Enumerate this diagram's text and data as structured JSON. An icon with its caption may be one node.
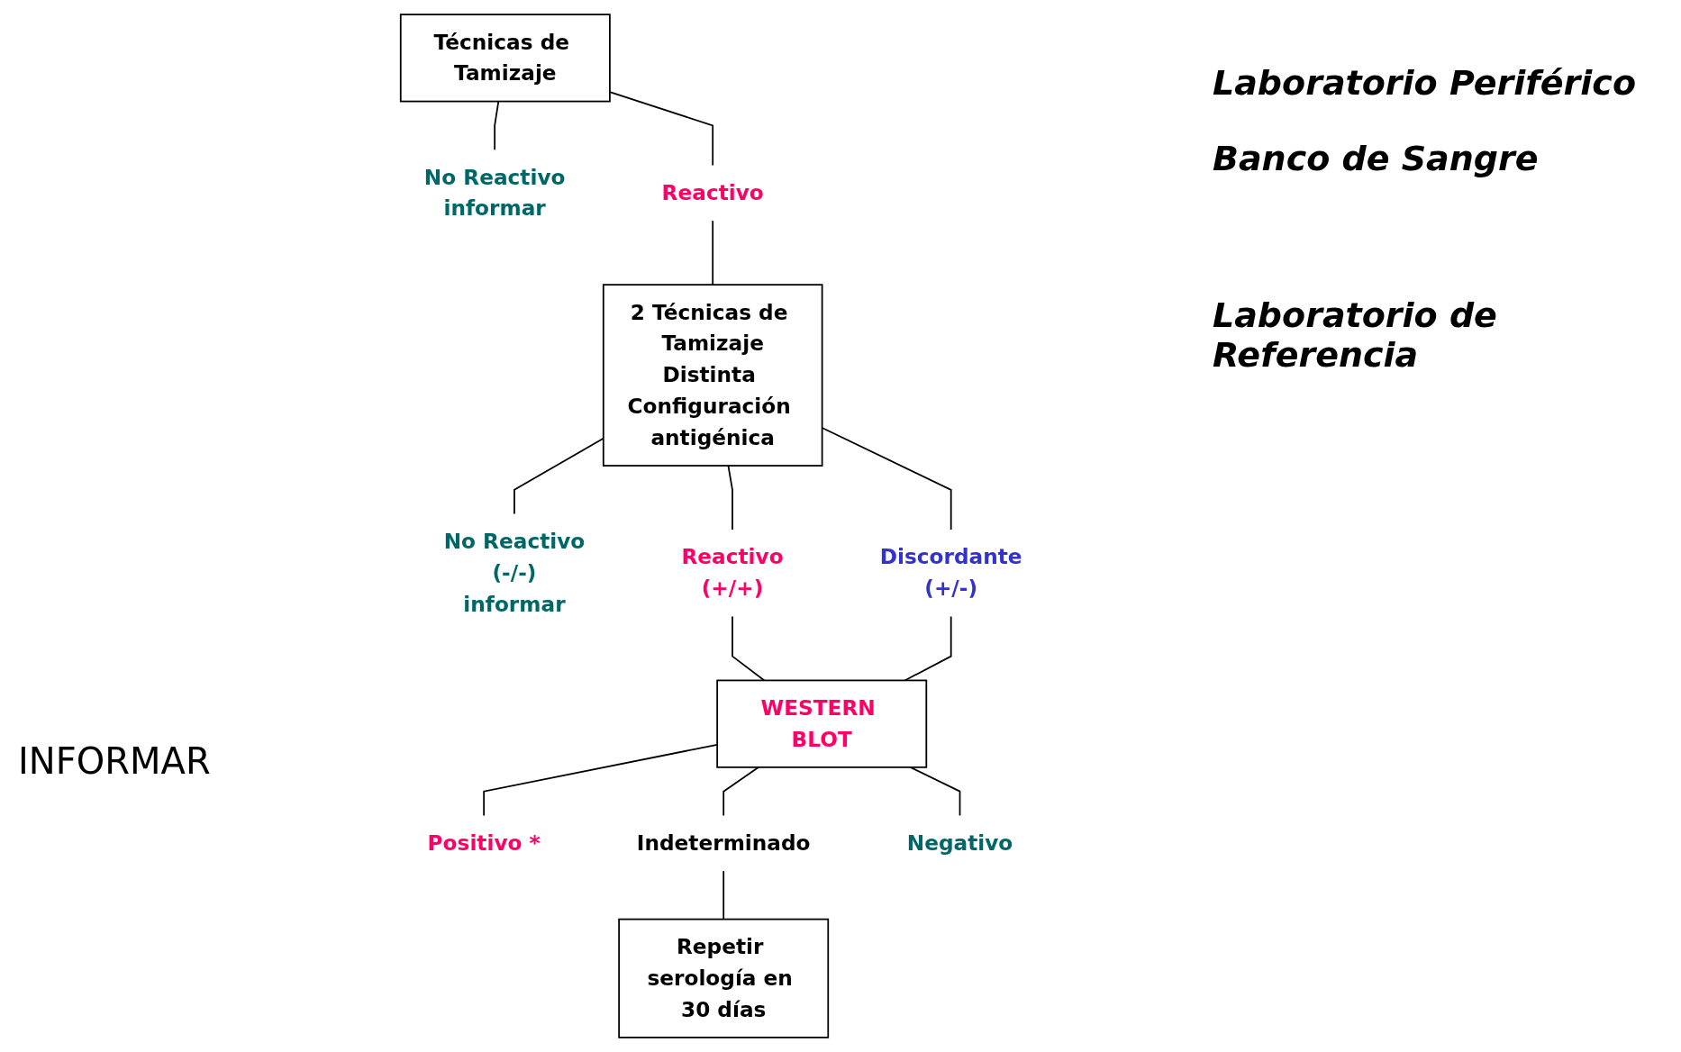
{
  "diagram": {
    "nodes": [
      {
        "text": [
          "No Reactivo",
          "informar"
        ]
      },
      {
        "text": [
          "Técnicas de Tamizaje"
        ]
      },
      {
        "text": [
          "Reactivo"
        ]
      },
      {
        "text": [
          "No Reactivo",
          "(-/-)",
          "informar"
        ]
      },
      {
        "text": [
          "2 Técnicas de Tamizaje",
          "Distinta Configuración antigénica"
        ]
      },
      {
        "text": [
          "Reactivo",
          "(+/+)"
        ]
      },
      {
        "text": [
          "Discordante",
          "(+/-)"
        ]
      },
      {
        "text": [
          "WESTERN BLOT"
        ]
      },
      {
        "text": [
          "Positivo *"
        ]
      },
      {
        "text": [
          "Indeterminado"
        ]
      },
      {
        "text": [
          "Negativo"
        ]
      },
      {
        "text": [
          "Repetir serología en 30 días"
        ]
      }
    ],
    "edges": [
      {
        "from": 1,
        "to": 0,
        "arrow": "none"
      },
      {
        "from": 1,
        "to": 2,
        "arrow": "none"
      },
      {
        "from": 2,
        "to": 4,
        "arrow": "none"
      },
      {
        "from": 4,
        "to": 3,
        "arrow": "none"
      },
      {
        "from": 4,
        "to": 5,
        "arrow": "none"
      },
      {
        "from": 4,
        "to": 6,
        "arrow": "none"
      },
      {
        "from": 5,
        "to": 7,
        "arrow": "none"
      },
      {
        "from": 6,
        "to": 7,
        "arrow": "none"
      },
      {
        "from": 7,
        "to": 8,
        "arrow": "none"
      },
      {
        "from": 7,
        "to": 9,
        "arrow": "none"
      },
      {
        "from": 7,
        "to": 10,
        "arrow": "none"
      },
      {
        "from": 9,
        "to": 11,
        "arrow": "none"
      }
    ],
    "labels": [
      "Laboratorio Periférico",
      "Banco de Sangre",
      "Laboratorio de Referencia",
      "INFORMAR"
    ]
  }
}
